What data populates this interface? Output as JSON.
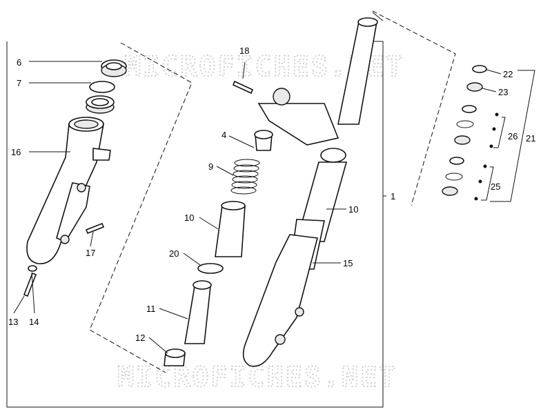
{
  "watermark": "MICROFICHES.NET",
  "callouts": [
    {
      "id": "c6",
      "text": "6"
    },
    {
      "id": "c7",
      "text": "7"
    },
    {
      "id": "c16",
      "text": "16"
    },
    {
      "id": "c17",
      "text": "17"
    },
    {
      "id": "c13",
      "text": "13"
    },
    {
      "id": "c14",
      "text": "14"
    },
    {
      "id": "c18",
      "text": "18"
    },
    {
      "id": "c4",
      "text": "4"
    },
    {
      "id": "c9",
      "text": "9"
    },
    {
      "id": "c10a",
      "text": "10"
    },
    {
      "id": "c20",
      "text": "20"
    },
    {
      "id": "c11",
      "text": "11"
    },
    {
      "id": "c12",
      "text": "12"
    },
    {
      "id": "c10b",
      "text": "10"
    },
    {
      "id": "c15",
      "text": "15"
    },
    {
      "id": "c1",
      "text": "1"
    },
    {
      "id": "c22",
      "text": "22"
    },
    {
      "id": "c23",
      "text": "23"
    },
    {
      "id": "c26",
      "text": "26"
    },
    {
      "id": "c21",
      "text": "21"
    },
    {
      "id": "c25",
      "text": "25"
    }
  ]
}
